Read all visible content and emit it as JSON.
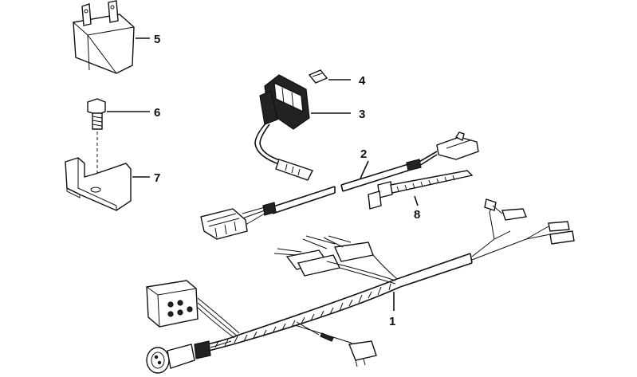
{
  "diagram": {
    "callouts": [
      {
        "id": "5",
        "label": "5"
      },
      {
        "id": "6",
        "label": "6"
      },
      {
        "id": "7",
        "label": "7"
      },
      {
        "id": "4",
        "label": "4"
      },
      {
        "id": "3",
        "label": "3"
      },
      {
        "id": "2",
        "label": "2"
      },
      {
        "id": "8",
        "label": "8"
      },
      {
        "id": "1",
        "label": "1"
      }
    ]
  }
}
